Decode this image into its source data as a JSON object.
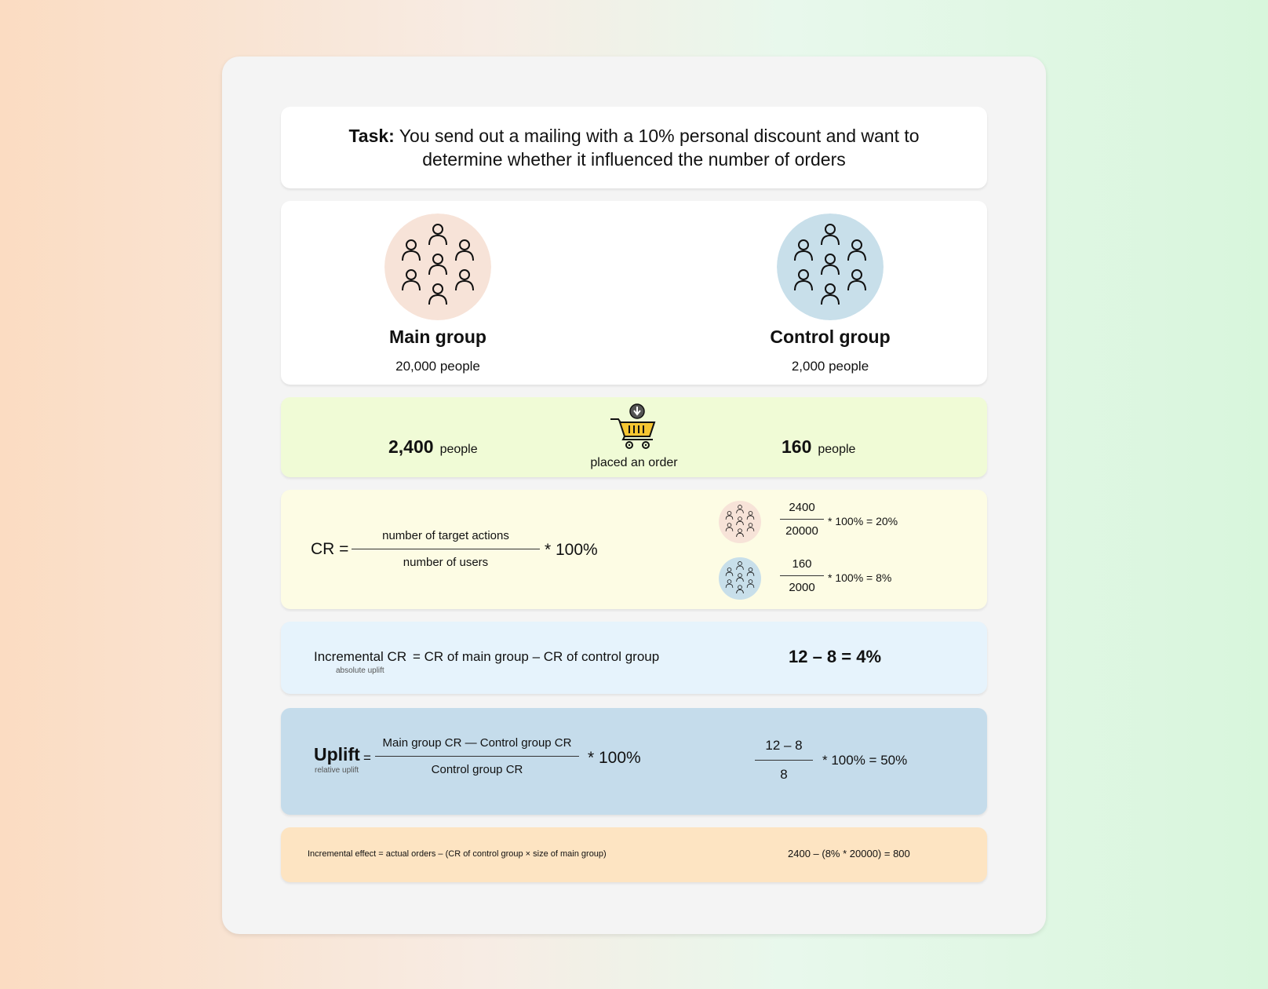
{
  "task": {
    "label": "Task:",
    "text": " You send out a mailing with a 10% personal discount and want to determine whether it influenced the number of orders"
  },
  "groups": {
    "main": {
      "name": "Main group",
      "size": "20,000 people",
      "color": "#f7e3d8"
    },
    "control": {
      "name": "Control group",
      "size": "2,000 people",
      "color": "#c8dfea"
    }
  },
  "orders": {
    "main_count": "2,400",
    "main_unit": "people",
    "label": "placed an order",
    "control_count": "160",
    "control_unit": "people",
    "cart_color": "#f5c531"
  },
  "cr": {
    "lhs": "CR =",
    "numerator": "number of target actions",
    "denominator": "number of users",
    "times": "* 100%",
    "main": {
      "numerator": "2400",
      "denominator": "20000",
      "result": "* 100% = 20%"
    },
    "control": {
      "numerator": "160",
      "denominator": "2000",
      "result": "* 100% = 8%"
    }
  },
  "incremental": {
    "lhs": "Incremental CR",
    "note": "absolute uplift",
    "rhs": "= CR of main group – CR of control group",
    "example": "12 – 8 = 4%"
  },
  "uplift": {
    "lhs": "Uplift",
    "note": "relative uplift",
    "eq": "=",
    "numerator": "Main group CR — Control group CR",
    "denominator": "Control group CR",
    "times": "* 100%",
    "ex_numerator": "12 – 8",
    "ex_denominator": "8",
    "ex_result": "* 100% = 50%"
  },
  "effect": {
    "formula": "Incremental effect = actual orders – (CR of control group × size of main group)",
    "example": "2400 – (8% * 20000) = 800"
  }
}
